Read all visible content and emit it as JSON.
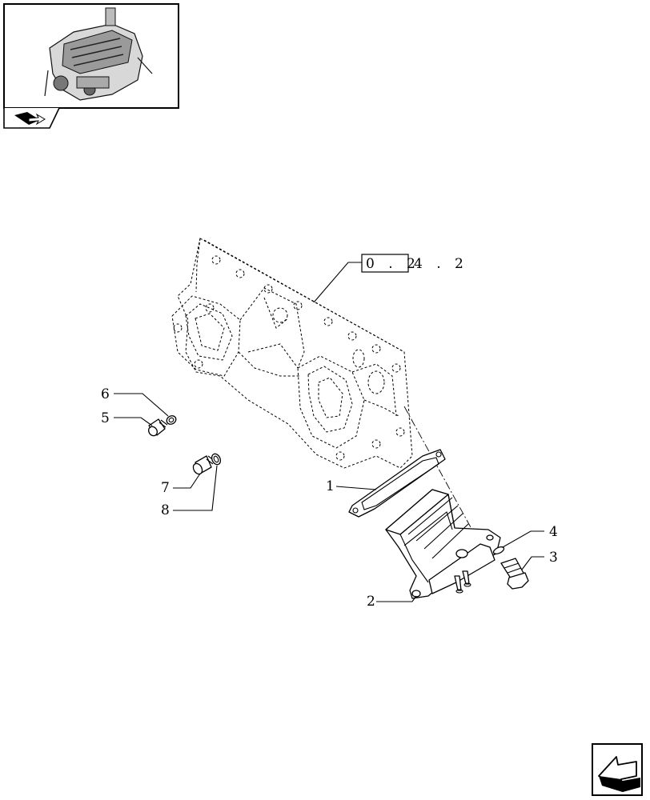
{
  "reference": {
    "boxed": "0 . 2",
    "tail": "4 . 2"
  },
  "callouts": [
    {
      "id": "1",
      "label": "1"
    },
    {
      "id": "2",
      "label": "2"
    },
    {
      "id": "3",
      "label": "3"
    },
    {
      "id": "4",
      "label": "4"
    },
    {
      "id": "5",
      "label": "5"
    },
    {
      "id": "6",
      "label": "6"
    },
    {
      "id": "7",
      "label": "7"
    },
    {
      "id": "8",
      "label": "8"
    }
  ],
  "icons": {
    "thumbnail": "engine-thumbnail-icon",
    "tab": "book-arrow-icon",
    "corner": "next-page-arrow-icon"
  }
}
